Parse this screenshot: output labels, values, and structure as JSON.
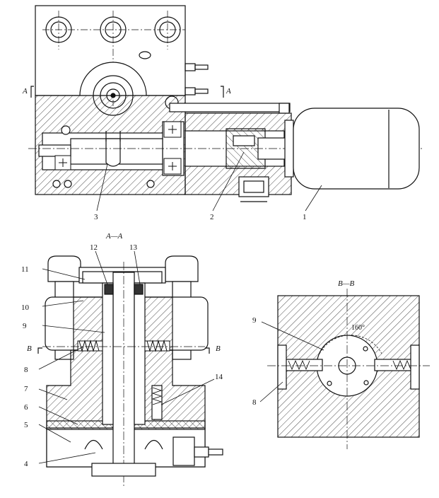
{
  "top_view": {
    "labels": [
      "3",
      "2",
      "1"
    ],
    "section_mark_left": "A",
    "section_mark_right": "A"
  },
  "section_aa": {
    "title": "A—A",
    "callouts": [
      "12",
      "13",
      "11",
      "10",
      "9",
      "8",
      "7",
      "6",
      "5",
      "4",
      "14"
    ],
    "section_mark_left": "B",
    "section_mark_right": "B"
  },
  "section_bb": {
    "title": "B—B",
    "angle": "160°",
    "callouts": [
      "9",
      "8"
    ]
  }
}
